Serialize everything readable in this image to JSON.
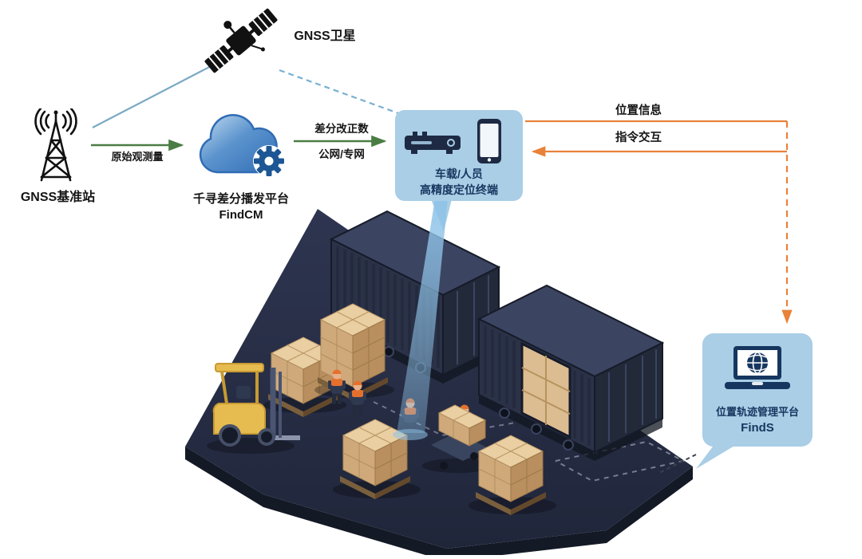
{
  "nodes": {
    "satellite": {
      "label": "GNSS卫星",
      "icon": "satellite-icon"
    },
    "base_station": {
      "label": "GNSS基准站",
      "icon": "radio-tower-icon"
    },
    "cloud": {
      "title": "千寻差分播发平台",
      "product": "FindCM",
      "icon": "cloud-gear-icon"
    },
    "terminal": {
      "line1": "车载/人员",
      "line2": "高精度定位终端",
      "icons": [
        "vehicle-terminal-icon",
        "smartphone-icon"
      ]
    },
    "platform": {
      "title": "位置轨迹管理平台",
      "product": "FindS",
      "icon": "laptop-globe-icon"
    }
  },
  "edges": {
    "satellite_to_base": {
      "style": "solid-blue-line"
    },
    "satellite_to_terminal": {
      "style": "dashed-blue-line"
    },
    "raw_observation": {
      "label": "原始观测量",
      "style": "green-arrow"
    },
    "correction": {
      "label_line1": "差分改正数",
      "label_line2": "公网/专网",
      "style": "green-arrow"
    },
    "position_info": {
      "label": "位置信息",
      "style": "orange-line"
    },
    "command_interaction": {
      "label": "指令交互",
      "style": "orange-arrow"
    },
    "platform_downlink": {
      "style": "dashed-orange-arrow"
    },
    "platform_to_yard": {
      "style": "dashed-dark-line"
    }
  },
  "scene": {
    "description": "isometric warehouse yard with two shipping containers, pallet stacks of boxes, forklift, pallet jack and workers; blue positioning beam from terminal to a worker"
  },
  "colors": {
    "panel_blue": "#a9cee6",
    "label_navy": "#17365f",
    "arrow_green": "#4a7d44",
    "arrow_orange": "#e8823a",
    "link_blue": "#79a9c4",
    "cloud_blue": "#2f6cb4",
    "container_navy": "#2b3248",
    "floor_navy": "#262c3e",
    "box_tan": "#e9cfa2",
    "forklift_yellow": "#e6bb4f",
    "beam_blue": "#8fc3e8"
  }
}
